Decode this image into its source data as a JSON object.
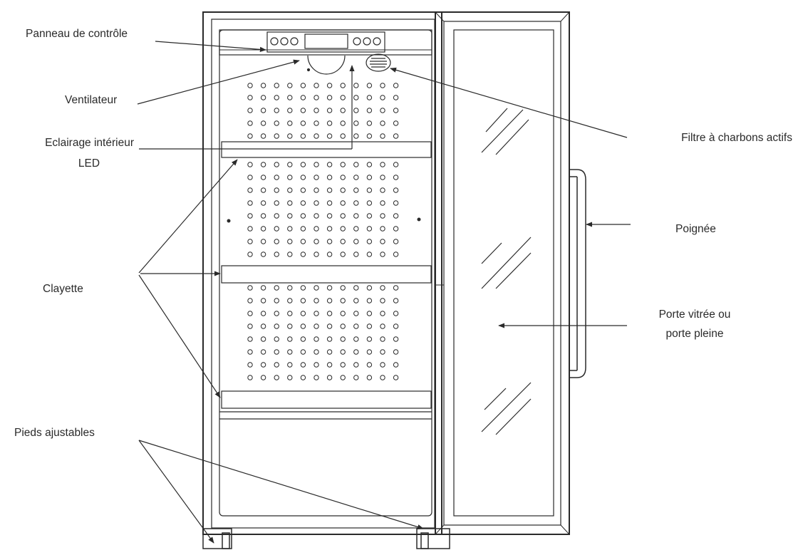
{
  "labels": {
    "control_panel": "Panneau de contrôle",
    "fan": "Ventilateur",
    "led_line1": "Eclairage intérieur",
    "led_line2": "LED",
    "shelf": "Clayette",
    "feet": "Pieds ajustables",
    "filter": "Filtre à charbons actifs",
    "handle": "Poignée",
    "door_line1": "Porte vitrée ou",
    "door_line2": "porte pleine"
  },
  "colors": {
    "line": "#2a2a2a",
    "background": "#ffffff"
  }
}
